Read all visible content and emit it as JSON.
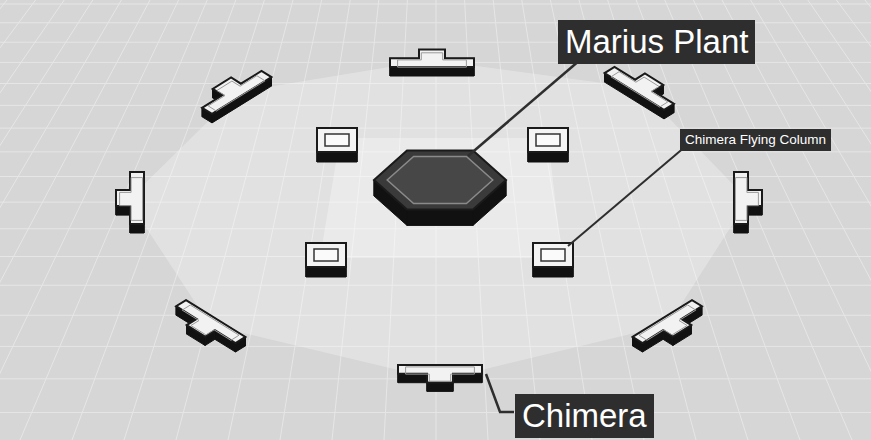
{
  "diagram": {
    "nodes": [
      {
        "text": [
          "Marius Plant"
        ]
      },
      {
        "text": [
          "Chimera Flying Column"
        ]
      },
      {
        "text": [
          "Chimera"
        ]
      }
    ]
  }
}
